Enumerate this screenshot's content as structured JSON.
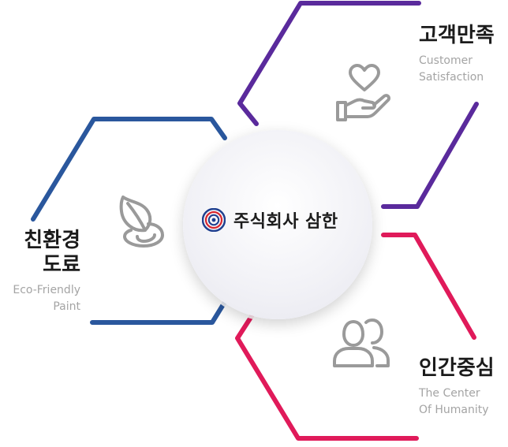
{
  "colors": {
    "purple": "#5a2a9c",
    "blue": "#2a579d",
    "crimson": "#e01a5a",
    "icon_gray": "#9a9a9a",
    "logo_blue": "#1e3f8f",
    "logo_red": "#d8262e"
  },
  "center": {
    "company_name": "주식회사 삼한",
    "logo_icon": "samhan-logo-icon"
  },
  "segments": [
    {
      "id": "customer",
      "title_kr": "고객만족",
      "title_en_lines": [
        "Customer",
        "Satisfaction"
      ],
      "icon": "heart-hand-icon",
      "color": "purple"
    },
    {
      "id": "eco",
      "title_kr_lines": [
        "친환경",
        "도료"
      ],
      "title_en_lines": [
        "Eco-Friendly",
        "Paint"
      ],
      "icon": "leaf-icon",
      "color": "blue"
    },
    {
      "id": "human",
      "title_kr": "인간중심",
      "title_en_lines": [
        "The Center",
        "Of Humanity"
      ],
      "icon": "people-icon",
      "color": "crimson"
    }
  ]
}
